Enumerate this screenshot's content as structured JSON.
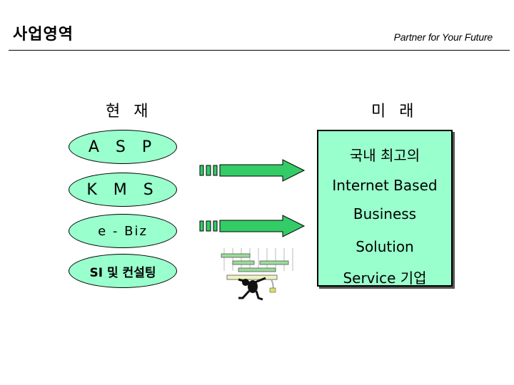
{
  "header": {
    "title": "사업영역",
    "tagline": "Partner for Your Future"
  },
  "columns": {
    "current": "현 재",
    "future": "미 래"
  },
  "current_items": [
    {
      "label": "A S P"
    },
    {
      "label": "K M S"
    },
    {
      "label": "e - Biz"
    },
    {
      "label": "SI 및 컨설팅"
    }
  ],
  "future_box": {
    "lines": [
      "국내 최고의",
      "Internet Based",
      "Business",
      "Solution",
      "Service 기업"
    ]
  },
  "colors": {
    "oval_fill": "#99ffcc",
    "arrow_fill": "#33cc66",
    "box_fill": "#99ffcc"
  },
  "icons": {
    "arrows": "right-arrow-icon",
    "clipart": "person-carrying-beam-icon"
  }
}
